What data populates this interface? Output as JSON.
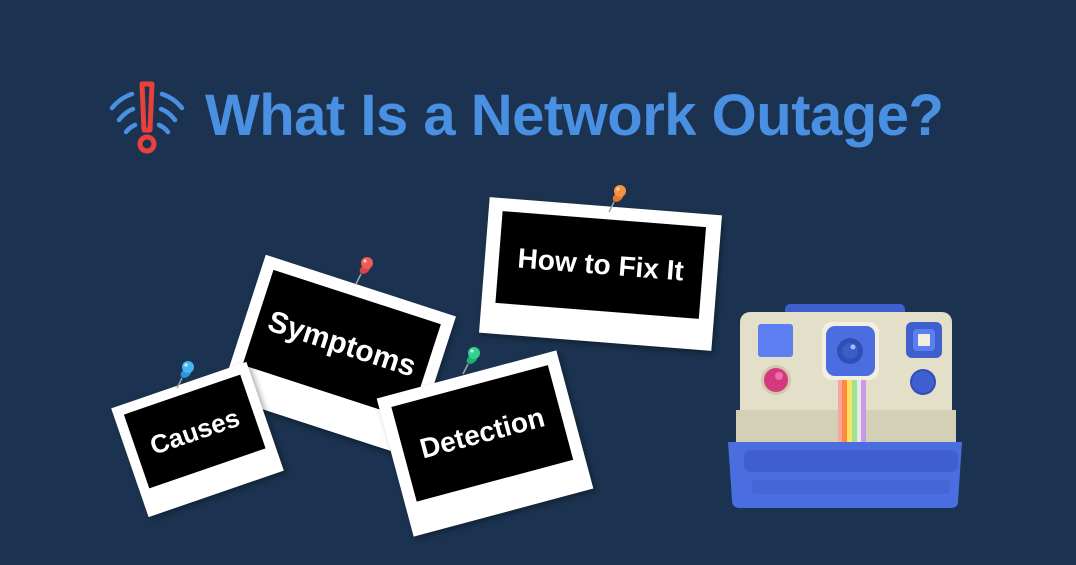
{
  "header": {
    "title": "What Is a Network Outage?",
    "icon": "wifi-alert-icon",
    "title_color": "#4a90e2",
    "icon_color_alert": "#e8413c",
    "icon_color_wave": "#4a90e2"
  },
  "background_color": "#1b3350",
  "photos": [
    {
      "label": "How to Fix It",
      "pin_color": "#f08a3a",
      "pin": "orange-pushpin-icon"
    },
    {
      "label": "Symptoms",
      "pin_color": "#ea5a5a",
      "pin": "red-pushpin-icon"
    },
    {
      "label": "Causes",
      "pin_color": "#3ab0ea",
      "pin": "blue-pushpin-icon"
    },
    {
      "label": "Detection",
      "pin_color": "#2fcf8a",
      "pin": "green-pushpin-icon"
    }
  ],
  "illustration": {
    "name": "instant-camera-icon",
    "body_color": "#e3dfc8",
    "accent_color": "#4a6ee0"
  }
}
